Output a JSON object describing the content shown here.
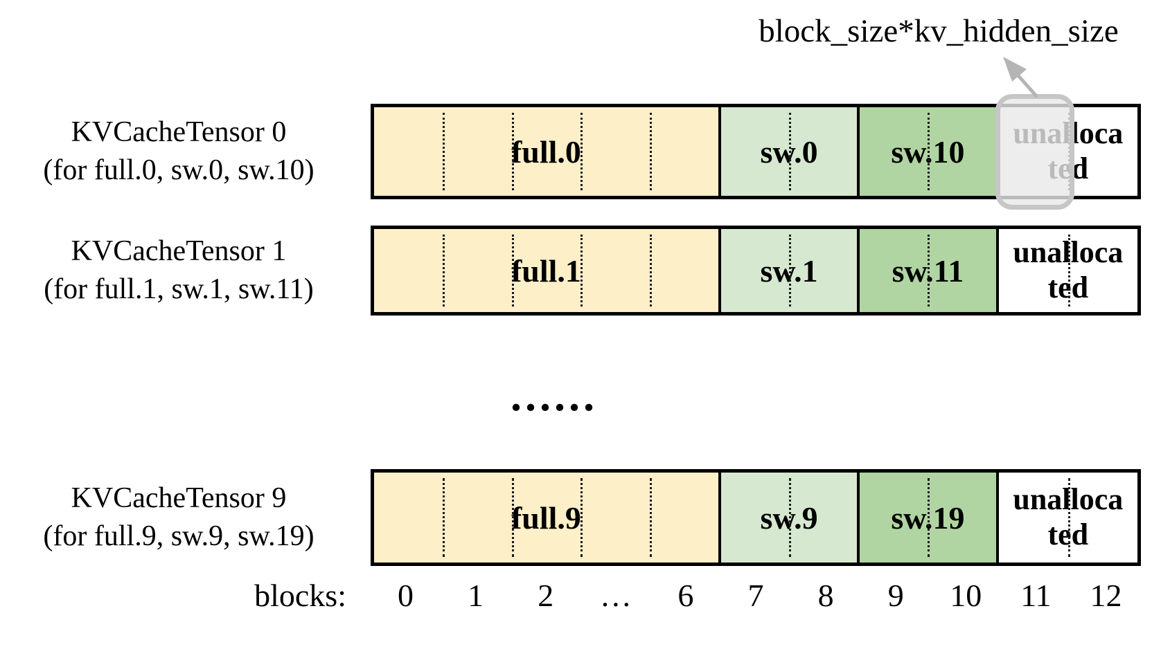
{
  "annotation": {
    "text": "block_size*kv_hidden_size"
  },
  "tensors": [
    {
      "name": "KVCacheTensor 0",
      "subtitle": "(for full.0, sw.0, sw.10)",
      "full_label": "full.0",
      "sw_label": "sw.0",
      "sw1x_label": "sw.10",
      "unallocated_line1": "unalloca",
      "unallocated_line2": "ted",
      "highlighted_block": "11"
    },
    {
      "name": "KVCacheTensor 1",
      "subtitle": "(for full.1, sw.1, sw.11)",
      "full_label": "full.1",
      "sw_label": "sw.1",
      "sw1x_label": "sw.11",
      "unallocated_line1": "unalloca",
      "unallocated_line2": "ted"
    },
    {
      "name": "KVCacheTensor 9",
      "subtitle": "(for full.9, sw.9, sw.19)",
      "full_label": "full.9",
      "sw_label": "sw.9",
      "sw1x_label": "sw.19",
      "unallocated_line1": "unalloca",
      "unallocated_line2": "ted"
    }
  ],
  "ellipsis": "......",
  "axis": {
    "label": "blocks:",
    "ticks": [
      "0",
      "1",
      "2",
      "…",
      "6",
      "7",
      "8",
      "9",
      "10",
      "11",
      "12"
    ]
  },
  "colors": {
    "full_fill": "#fdefc8",
    "sw_fill": "#d6e8d0",
    "sw1x_fill": "#b1d5a2",
    "unallocated_fill": "#ffffff",
    "bar_border": "#000000",
    "highlight_border": "#c6c6c6",
    "highlight_fill": "rgba(232,232,232,0.8)",
    "arrow": "#b5b5b5"
  }
}
